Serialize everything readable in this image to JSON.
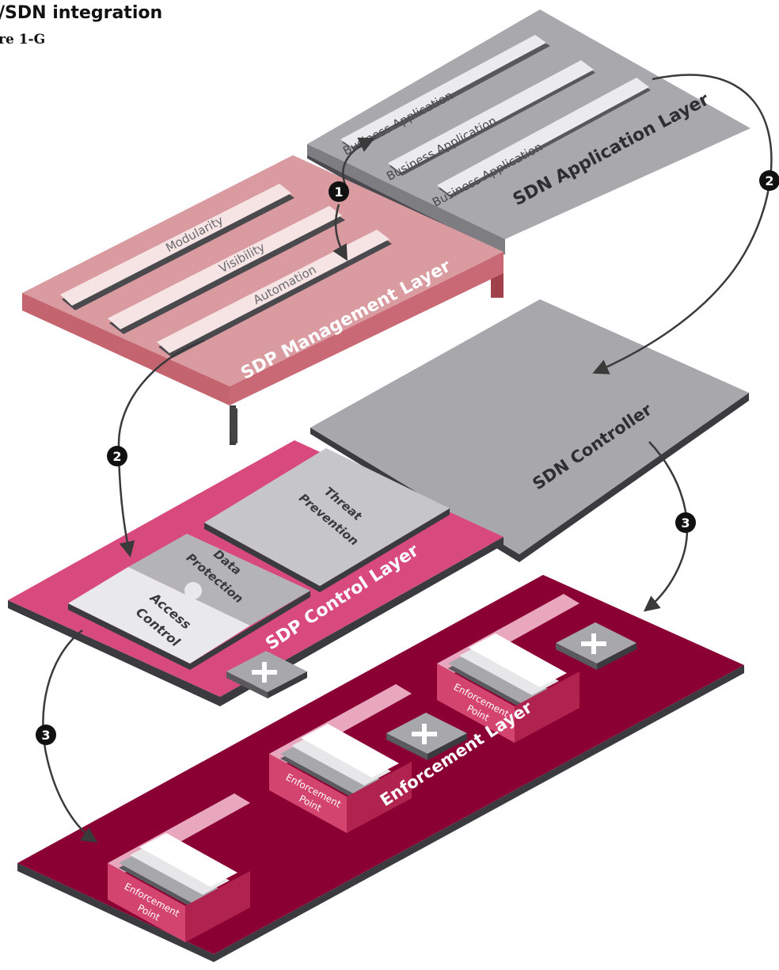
{
  "header": {
    "title": "/SDN integration",
    "subtitle": "re 1-G"
  },
  "layers": {
    "sdn_application": {
      "label": "SDN Application Layer",
      "items": [
        "Business Application",
        "Business Application",
        "Business Application"
      ]
    },
    "sdp_management": {
      "label": "SDP Management Layer",
      "items": [
        "Modularity",
        "Visibility",
        "Automation"
      ]
    },
    "sdn_controller": {
      "label": "SDN Controller"
    },
    "sdp_control": {
      "label": "SDP Control Layer",
      "pieces": {
        "threat_line1": "Threat",
        "threat_line2": "Prevention",
        "data_line1": "Data",
        "data_line2": "Protection",
        "access_line1": "Access",
        "access_line2": "Control"
      }
    },
    "enforcement": {
      "label": "Enforcement Layer",
      "point_line1": "Enforcement",
      "point_line2": "Point"
    }
  },
  "steps": {
    "one": "1",
    "two": "2",
    "three": "3"
  },
  "colors": {
    "app_layer": "#a9a9ad",
    "app_layer_dark": "#7d7d82",
    "mgmt_layer": "#d99aa0",
    "mgmt_layer_dark": "#c4646f",
    "mgmt_item": "#f6e4e4",
    "controller": "#a8a8ac",
    "control_layer": "#d94a7c",
    "enforcement_layer": "#8a0033",
    "enforcement_box": "#d3456f",
    "badge": "#111111"
  }
}
